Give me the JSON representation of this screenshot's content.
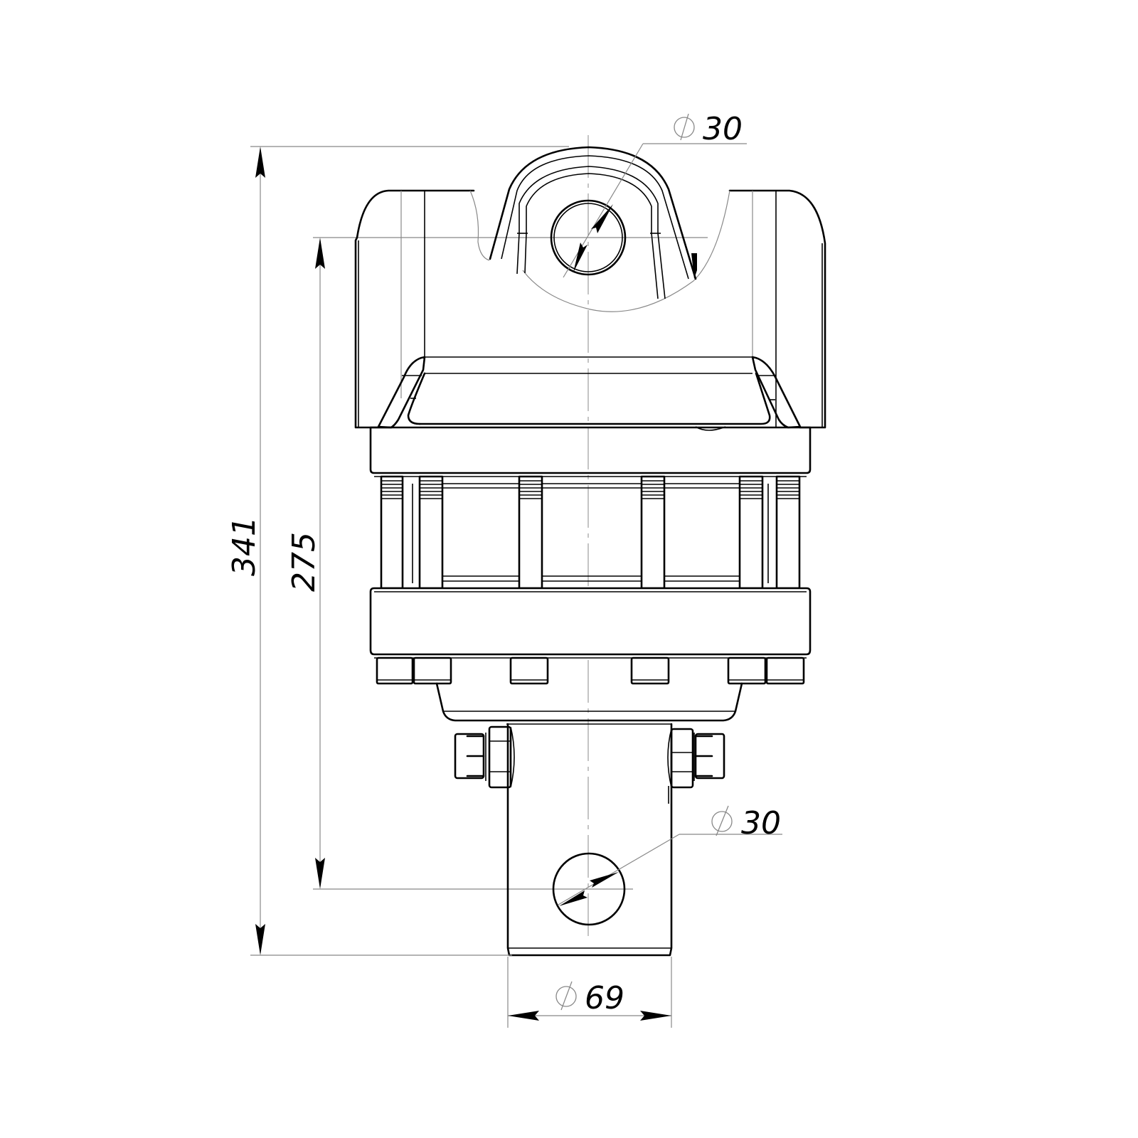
{
  "drawing": {
    "subject": "rotator",
    "view": "front elevation",
    "line_color": "#000000",
    "dimension_line_color": "#888888",
    "background": "#ffffff"
  },
  "dimensions": {
    "overall_height": {
      "value": "341",
      "orientation": "vertical"
    },
    "pin_to_pin_height": {
      "value": "275",
      "orientation": "vertical"
    },
    "top_pin_diameter": {
      "symbol": "⌀",
      "value": "30"
    },
    "bottom_pin_diameter": {
      "symbol": "⌀",
      "value": "30"
    },
    "shaft_diameter": {
      "symbol": "⌀",
      "value": "69"
    }
  }
}
